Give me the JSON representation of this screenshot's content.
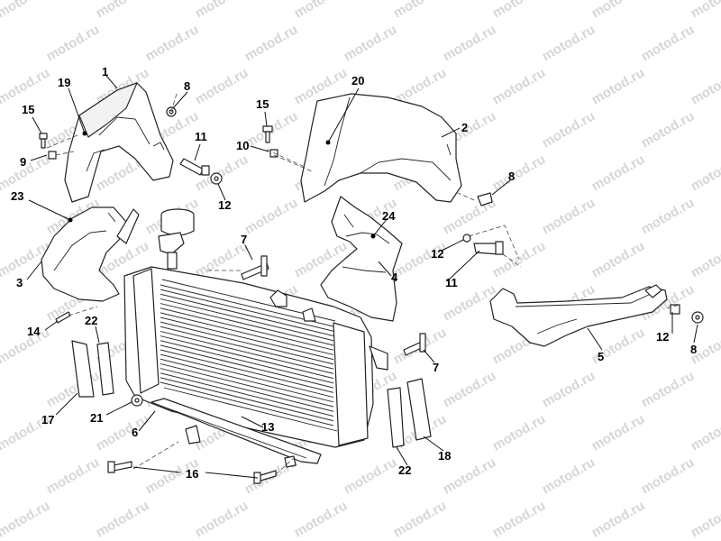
{
  "watermark": "motod.ru",
  "callouts": {
    "c1": "1",
    "c2": "2",
    "c3": "3",
    "c4": "4",
    "c5": "5",
    "c6": "6",
    "c7a": "7",
    "c7b": "7",
    "c8a": "8",
    "c8b": "8",
    "c8c": "8",
    "c9": "9",
    "c10": "10",
    "c11a": "11",
    "c11b": "11",
    "c12a": "12",
    "c12b": "12",
    "c12c": "12",
    "c13": "13",
    "c14": "14",
    "c15a": "15",
    "c15b": "15",
    "c16": "16",
    "c17": "17",
    "c18": "18",
    "c19": "19",
    "c20": "20",
    "c21": "21",
    "c22a": "22",
    "c22b": "22",
    "c23": "23",
    "c24": "24"
  }
}
